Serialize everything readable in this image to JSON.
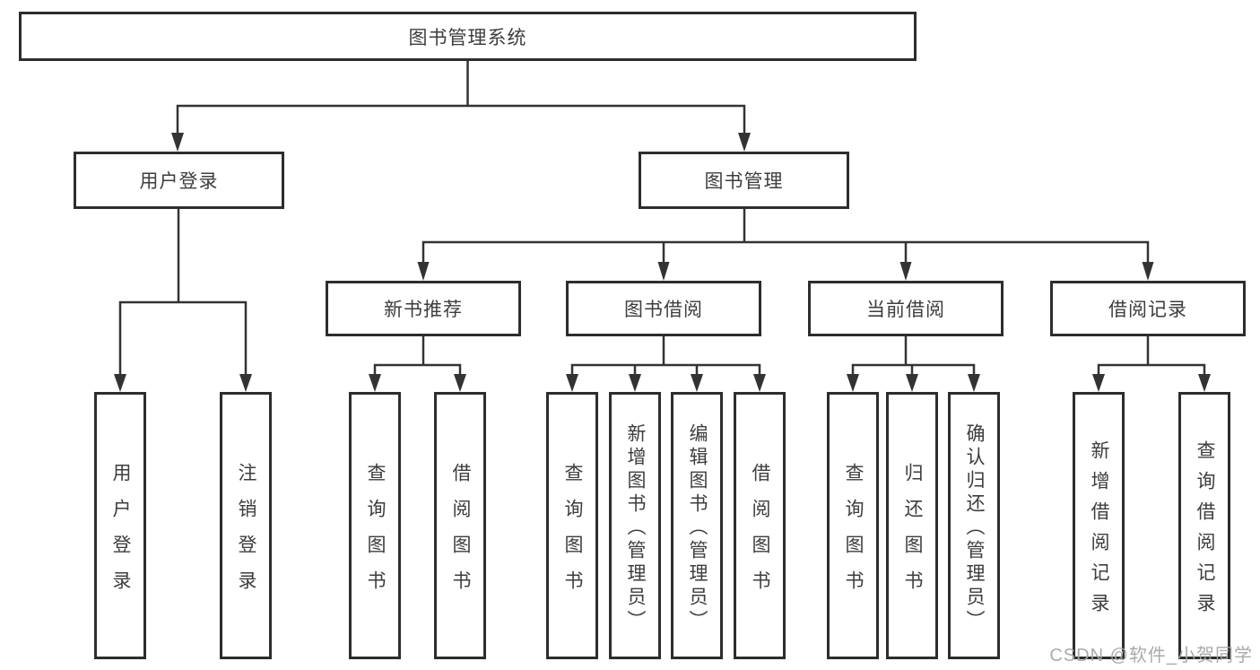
{
  "nodes": {
    "root": "图书管理系统",
    "level2": [
      "用户登录",
      "图书管理"
    ],
    "level3": [
      "新书推荐",
      "图书借阅",
      "当前借阅",
      "借阅记录"
    ],
    "leaves": [
      "用户登录",
      "注销登录",
      "查询图书",
      "借阅图书",
      "查询图书",
      "新增图书（管理员）",
      "编辑图书（管理员）",
      "借阅图书",
      "查询图书",
      "归还图书",
      "确认归还（管理员）",
      "新增借阅记录",
      "查询借阅记录"
    ]
  },
  "watermark": "CSDN @软件_小贺同学",
  "colors": {
    "box_border": "#2d2d2d",
    "connector": "#333333",
    "text": "#3d3d3d",
    "watermark": "#a5a5a5",
    "background": "#ffffff"
  }
}
